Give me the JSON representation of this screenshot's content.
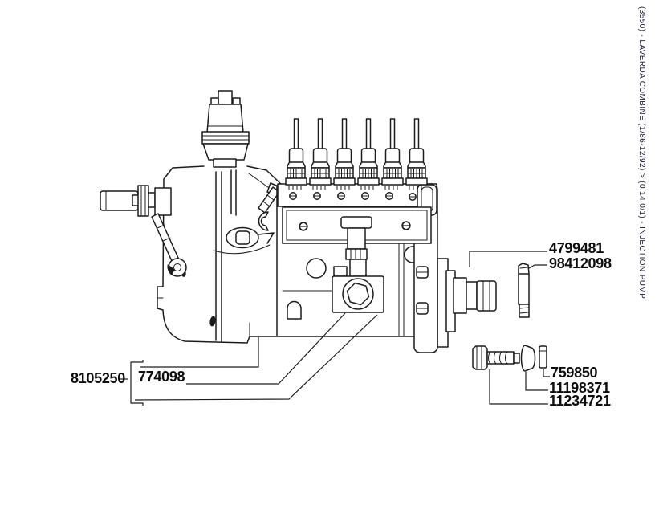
{
  "page": {
    "background": "#ffffff",
    "ink": "#1c1c1c"
  },
  "sidebar": {
    "breadcrumb": "(3550) - LAVERDA COMBINE (1/86-12/92) > (0.14.0/1) - INJECTION PUMP"
  },
  "diagram": {
    "subject": "Injection pump parts diagram",
    "parts": [
      {
        "name": "pump-assembly",
        "label": "4799481"
      },
      {
        "name": "stud",
        "label": "98412098"
      },
      {
        "name": "pin",
        "label": "759850"
      },
      {
        "name": "washer",
        "label": "11198371"
      },
      {
        "name": "bolt",
        "label": "11234721"
      },
      {
        "name": "injection-pump",
        "label": "8105250"
      },
      {
        "name": "plug",
        "label": "774098"
      }
    ]
  }
}
